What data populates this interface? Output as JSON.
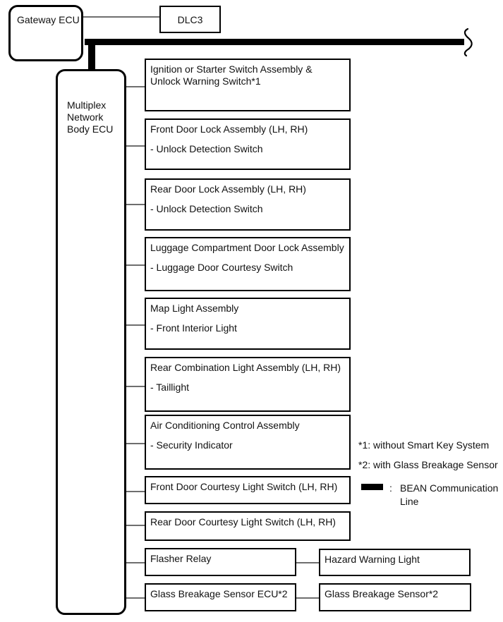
{
  "nodes": {
    "gateway": {
      "label": "Gateway ECU"
    },
    "dlc3": {
      "label": "DLC3"
    },
    "multiplex": {
      "lines": [
        "Multiplex",
        "Network",
        "Body ECU"
      ]
    }
  },
  "components": [
    {
      "l1": "Ignition or Starter Switch Assembly &",
      "l2": "Unlock Warning Switch*1"
    },
    {
      "l1": "Front Door Lock Assembly (LH, RH)",
      "sub": "- Unlock Detection Switch"
    },
    {
      "l1": "Rear Door Lock Assembly (LH, RH)",
      "sub": "- Unlock Detection Switch"
    },
    {
      "l1": "Luggage Compartment Door Lock Assembly",
      "sub": "- Luggage Door Courtesy Switch"
    },
    {
      "l1": "Map Light Assembly",
      "sub": "- Front Interior Light"
    },
    {
      "l1": "Rear Combination Light Assembly (LH, RH)",
      "sub": "- Taillight"
    },
    {
      "l1": "Air Conditioning Control Assembly",
      "sub": "- Security Indicator"
    },
    {
      "l1": "Front Door Courtesy Light Switch (LH, RH)"
    },
    {
      "l1": "Rear Door Courtesy Light Switch (LH, RH)"
    },
    {
      "l1": "Flasher Relay"
    },
    {
      "l1": "Glass Breakage Sensor ECU*2"
    }
  ],
  "linked_components": [
    {
      "label": "Hazard Warning Light"
    },
    {
      "label": "Glass Breakage Sensor*2"
    }
  ],
  "notes": {
    "note1": "*1: without Smart Key System",
    "note2": "*2: with Glass Breakage Sensor",
    "legend_separator": ":",
    "legend_line1": "BEAN Communication",
    "legend_line2": "Line"
  },
  "colors": {
    "line_black": "#000000",
    "connector_gray": "#6e6e6e",
    "background": "#ffffff"
  }
}
